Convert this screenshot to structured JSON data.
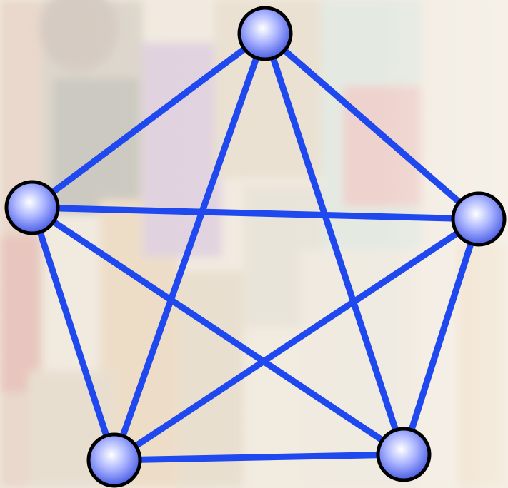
{
  "background": {
    "description_icon": "faded-crowd-photo",
    "tint": "#f3ece2"
  },
  "graph": {
    "kind": "complete-graph",
    "node_count": 5,
    "node_ids": [
      "n-top",
      "n-left",
      "n-right",
      "n-bottom-left",
      "n-bottom-right"
    ],
    "edges": [
      [
        "n-top",
        "n-left"
      ],
      [
        "n-top",
        "n-right"
      ],
      [
        "n-top",
        "n-bottom-left"
      ],
      [
        "n-top",
        "n-bottom-right"
      ],
      [
        "n-left",
        "n-right"
      ],
      [
        "n-left",
        "n-bottom-left"
      ],
      [
        "n-left",
        "n-bottom-right"
      ],
      [
        "n-right",
        "n-bottom-left"
      ],
      [
        "n-right",
        "n-bottom-right"
      ],
      [
        "n-bottom-left",
        "n-bottom-right"
      ]
    ],
    "edge_color": "#1f49ee",
    "node_fill_light": "#ffffff",
    "node_fill_mid": "#aab4ff",
    "node_fill_dark": "#3b4fe0",
    "node_outline": "#000000"
  }
}
